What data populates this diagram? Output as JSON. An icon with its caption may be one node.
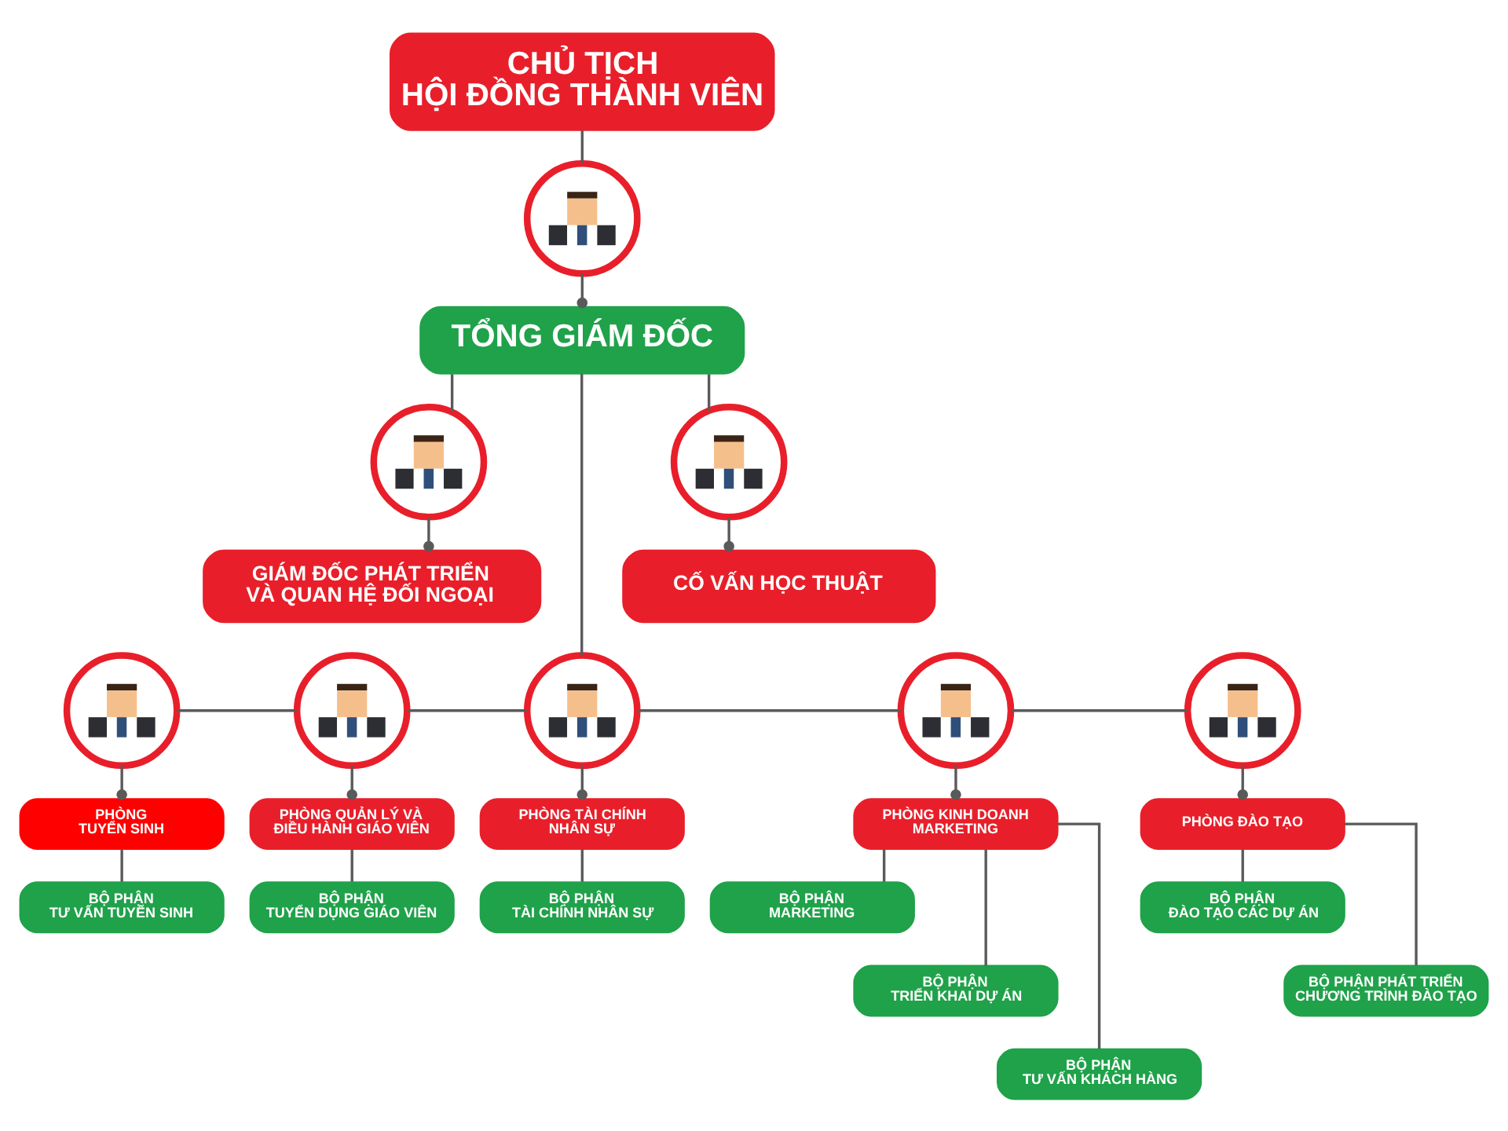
{
  "diagram": {
    "nodes": [
      {
        "text": [
          "CHỦ TỊCH HỘI ĐỒNG THÀNH VIÊN"
        ]
      },
      {
        "text": [],
        "shape": "person"
      },
      {
        "text": [
          "TỔNG GIÁM ĐỐC"
        ]
      },
      {
        "text": [],
        "shape": "person"
      },
      {
        "text": [],
        "shape": "person"
      },
      {
        "text": [
          "GIÁM ĐỐC PHÁT TRIỂN VÀ QUAN HỆ ĐỐI NGOẠI"
        ]
      },
      {
        "text": [
          "CỐ VẤN HỌC THUẬT"
        ]
      },
      {
        "text": [],
        "shape": "person"
      },
      {
        "text": [],
        "shape": "person"
      },
      {
        "text": [],
        "shape": "person"
      },
      {
        "text": [],
        "shape": "person"
      },
      {
        "text": [],
        "shape": "person"
      },
      {
        "text": [
          "PHÒNG TUYỂN SINH"
        ]
      },
      {
        "text": [
          "BỘ PHẬN TƯ VẤN TUYỂN SINH"
        ]
      },
      {
        "text": [
          "PHÒNG QUẢN LÝ VÀ ĐIỀU HÀNH GIÁO VIÊN"
        ]
      },
      {
        "text": [
          "BỘ PHẬN TUYỂN DỤNG GIÁO VIÊN"
        ]
      },
      {
        "text": [
          "PHÒNG TÀI CHÍNH NHÂN SỰ"
        ]
      },
      {
        "text": [
          "BỘ PHẬN TÀI CHÍNH NHÂN SỰ"
        ]
      },
      {
        "text": [
          "PHÒNG KINH DOANH MARKETING"
        ]
      },
      {
        "text": [
          "BỘ PHẬN MARKETING"
        ]
      },
      {
        "text": [
          "BỘ PHẬN TRIỂN KHAI DỰ ÁN"
        ]
      },
      {
        "text": [
          "BỘ PHẬN TƯ VẤN KHÁCH HÀNG"
        ]
      },
      {
        "text": [
          "PHÒNG ĐÀO TẠO"
        ]
      },
      {
        "text": [
          "BỘ PHẬN ĐÀO TẠO CÁC DỰ ÁN"
        ]
      },
      {
        "text": [
          "BỘ PHẬN PHÁT TRIỂN CHƯƠNG TRÌNH ĐÀO TẠO"
        ]
      }
    ],
    "edges": [
      {
        "from": 0,
        "to": 1,
        "arrow": "none"
      },
      {
        "from": 1,
        "to": 2,
        "arrow": "other"
      },
      {
        "from": 2,
        "to": 3,
        "arrow": "none"
      },
      {
        "from": 2,
        "to": 9,
        "arrow": "none"
      },
      {
        "from": 2,
        "to": 4,
        "arrow": "none"
      },
      {
        "from": 3,
        "to": 5,
        "arrow": "other"
      },
      {
        "from": 4,
        "to": 6,
        "arrow": "other"
      },
      {
        "from": 7,
        "to": 8,
        "arrow": "none"
      },
      {
        "from": 8,
        "to": 9,
        "arrow": "none"
      },
      {
        "from": 9,
        "to": 10,
        "arrow": "none"
      },
      {
        "from": 10,
        "to": 11,
        "arrow": "none"
      },
      {
        "from": 7,
        "to": 12,
        "arrow": "other"
      },
      {
        "from": 8,
        "to": 14,
        "arrow": "other"
      },
      {
        "from": 9,
        "to": 16,
        "arrow": "other"
      },
      {
        "from": 10,
        "to": 18,
        "arrow": "other"
      },
      {
        "from": 11,
        "to": 22,
        "arrow": "other"
      },
      {
        "from": 12,
        "to": 13,
        "arrow": "none"
      },
      {
        "from": 14,
        "to": 15,
        "arrow": "none"
      },
      {
        "from": 16,
        "to": 17,
        "arrow": "none"
      },
      {
        "from": 18,
        "to": 19,
        "arrow": "none"
      },
      {
        "from": 18,
        "to": 20,
        "arrow": "none"
      },
      {
        "from": 18,
        "to": 21,
        "arrow": "none"
      },
      {
        "from": 22,
        "to": 23,
        "arrow": "none"
      },
      {
        "from": 22,
        "to": 24,
        "arrow": "none"
      }
    ]
  }
}
